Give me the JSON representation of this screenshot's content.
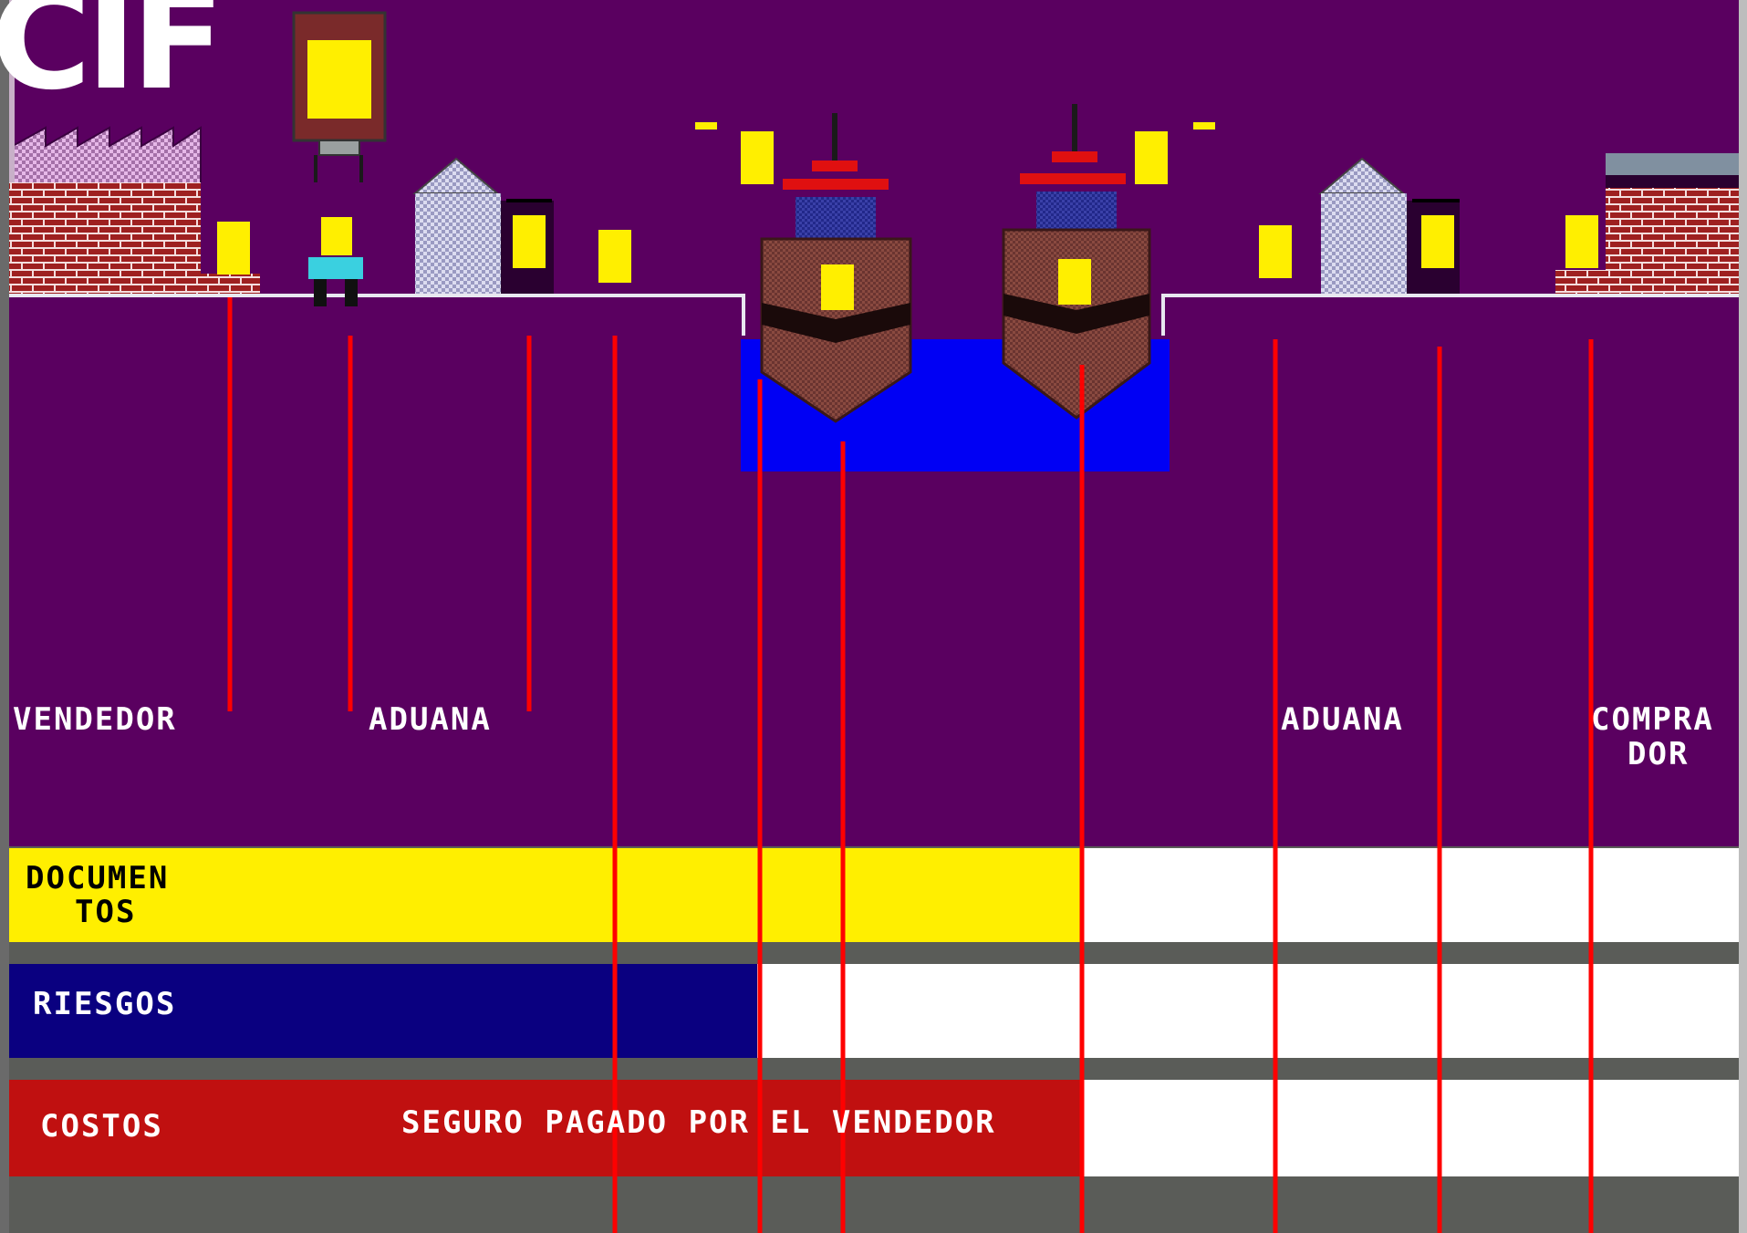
{
  "diagram": {
    "title": "CIF",
    "places": {
      "seller": "VENDEDOR",
      "customs_origin": "ADUANA",
      "customs_destination": "ADUANA",
      "buyer_line1": "COMPRA",
      "buyer_line2": "DOR"
    },
    "bars": {
      "documents_line1": "DOCUMEN",
      "documents_line2": "TOS",
      "risks": "RIESGOS",
      "costs": "COSTOS",
      "costs_note": "SEGURO PAGADO POR EL VENDEDOR"
    },
    "colors": {
      "sky": "#5a0060",
      "water": "#0000f4",
      "documents": "#ffef00",
      "risks": "#0a0080",
      "costs": "#c01010",
      "divider": "#5a5c58",
      "marker": "#ff0000",
      "cargo": "#ffef00"
    },
    "icons": [
      "factory-icon",
      "crane-icon",
      "forklift-icon",
      "customs-warehouse-icon",
      "cargo-ship-icon",
      "buyer-warehouse-icon"
    ]
  }
}
